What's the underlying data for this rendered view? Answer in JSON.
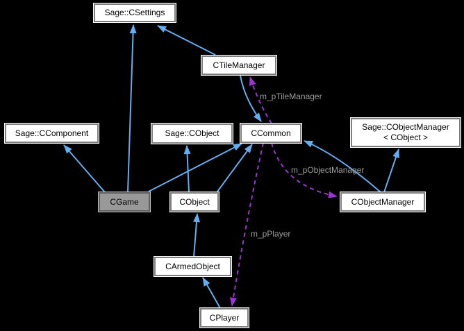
{
  "diagram": {
    "type": "class-collaboration-graph",
    "nodes": {
      "csettings": {
        "label": "Sage::CSettings"
      },
      "ctilemanager": {
        "label": "CTileManager"
      },
      "ccomponent": {
        "label": "Sage::CComponent"
      },
      "cobject_sage": {
        "label": "Sage::CObject"
      },
      "ccommon": {
        "label": "CCommon"
      },
      "cobjectmanager_sage": {
        "label": "Sage::CObjectManager",
        "label2": "< CObject >"
      },
      "cgame": {
        "label": "CGame",
        "highlighted": true
      },
      "cobject": {
        "label": "CObject"
      },
      "cobjectmanager": {
        "label": "CObjectManager"
      },
      "carmedobject": {
        "label": "CArmedObject"
      },
      "cplayer": {
        "label": "CPlayer"
      }
    },
    "edge_labels": {
      "tile": "m_pTileManager",
      "object": "m_pObjectManager",
      "player": "m_pPlayer"
    },
    "edges": [
      {
        "from": "CGame",
        "to": "Sage::CSettings",
        "kind": "inheritance"
      },
      {
        "from": "CTileManager",
        "to": "Sage::CSettings",
        "kind": "inheritance"
      },
      {
        "from": "CGame",
        "to": "Sage::CComponent",
        "kind": "inheritance"
      },
      {
        "from": "CGame",
        "to": "CCommon",
        "kind": "inheritance"
      },
      {
        "from": "CObject",
        "to": "CCommon",
        "kind": "inheritance"
      },
      {
        "from": "CObject",
        "to": "Sage::CObject",
        "kind": "inheritance"
      },
      {
        "from": "CTileManager",
        "to": "CCommon",
        "kind": "inheritance"
      },
      {
        "from": "CObjectManager",
        "to": "CCommon",
        "kind": "inheritance"
      },
      {
        "from": "CObjectManager",
        "to": "Sage::CObjectManager< CObject >",
        "kind": "inheritance"
      },
      {
        "from": "CArmedObject",
        "to": "CObject",
        "kind": "inheritance"
      },
      {
        "from": "CPlayer",
        "to": "CArmedObject",
        "kind": "inheritance"
      },
      {
        "from": "CCommon",
        "to": "CTileManager",
        "label": "m_pTileManager",
        "kind": "usage"
      },
      {
        "from": "CCommon",
        "to": "CObjectManager",
        "label": "m_pObjectManager",
        "kind": "usage"
      },
      {
        "from": "CCommon",
        "to": "CPlayer",
        "label": "m_pPlayer",
        "kind": "usage"
      }
    ],
    "colors": {
      "background": "#000000",
      "inheritance": "#64aeef",
      "usage": "#9b34d0",
      "edge_label": "#9e9e9e",
      "node_bg": "#ffffff",
      "highlight_bg": "#999999"
    }
  }
}
